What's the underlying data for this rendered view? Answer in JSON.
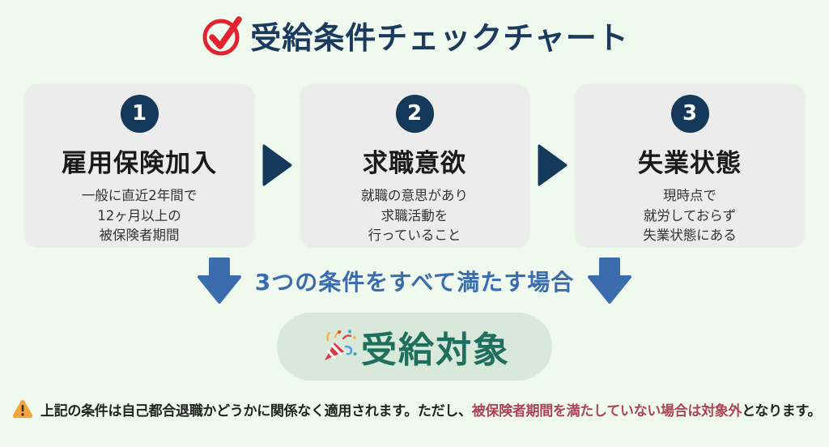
{
  "header": {
    "title": "受給条件チェックチャート"
  },
  "steps": [
    {
      "number": "1",
      "title": "雇用保険加入",
      "lines": [
        "一般に直近2年間で",
        "12ヶ月以上の",
        "被保険者期間"
      ]
    },
    {
      "number": "2",
      "title": "求職意欲",
      "lines": [
        "就職の意思があり",
        "求職活動を",
        "行っていること"
      ]
    },
    {
      "number": "3",
      "title": "失業状態",
      "lines": [
        "現時点で",
        "就労しておらず",
        "失業状態にある"
      ]
    }
  ],
  "condition": {
    "text": "3つの条件をすべて満たす場合"
  },
  "result": {
    "label": "受給対象"
  },
  "note": {
    "prefix": "上記の条件は自己都合退職かどうかに関係なく適用されます。ただし、",
    "highlight": "被保険者期間を満たしていない場合は対象外",
    "suffix": "となります。"
  },
  "icons": {
    "title_icon": "red-checkmark-circle",
    "result_icon": "party-popper",
    "note_icon": "warning-triangle"
  },
  "colors": {
    "background": "#f0f9ee",
    "navy": "#15395a",
    "title_navy": "#1b3a5e",
    "card_gray": "#ececec",
    "blue": "#3a6cae",
    "result_green": "#1e6f5c",
    "result_bg": "#d8e9dc",
    "check_red": "#e02530",
    "note_highlight_red": "#ac4455",
    "warning_orange": "#f3a43c"
  }
}
